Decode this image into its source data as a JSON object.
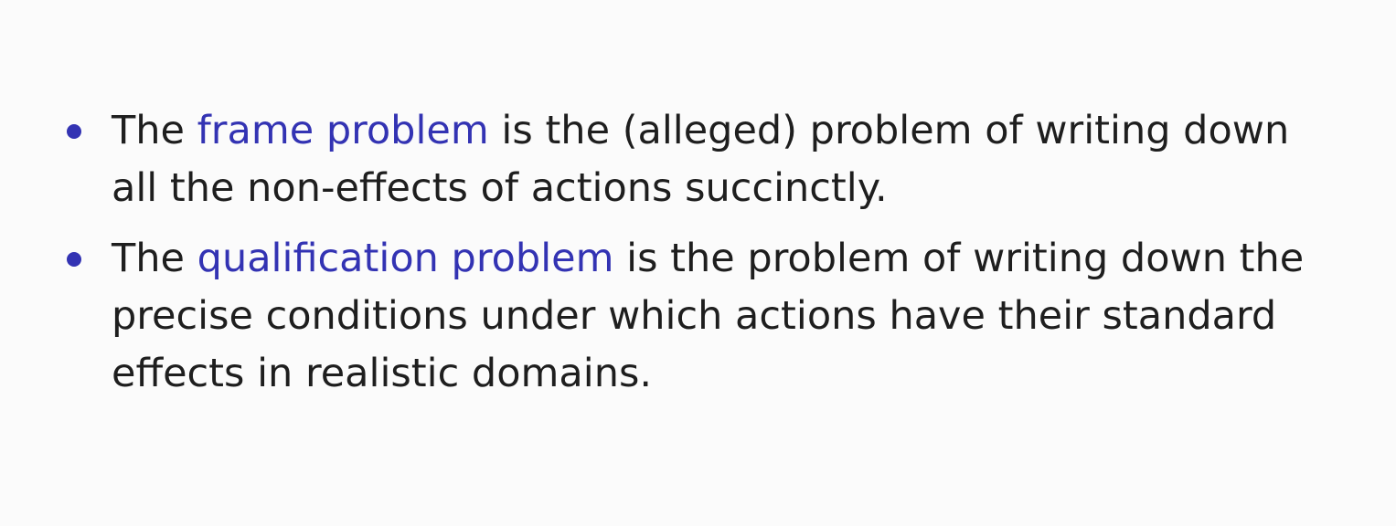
{
  "colors": {
    "background": "#fbfbfb",
    "text": "#1e1e1e",
    "highlight": "#3333b3",
    "bullet": "#3333b3"
  },
  "bullets": [
    {
      "prefix": "The ",
      "term": "frame problem",
      "text": " is the (alleged) problem of writing down all the non-effects of actions succinctly."
    },
    {
      "prefix": "The ",
      "term": "qualification problem",
      "text": " is the problem of writing down the precise conditions under which actions have their standard effects in realistic domains."
    }
  ]
}
